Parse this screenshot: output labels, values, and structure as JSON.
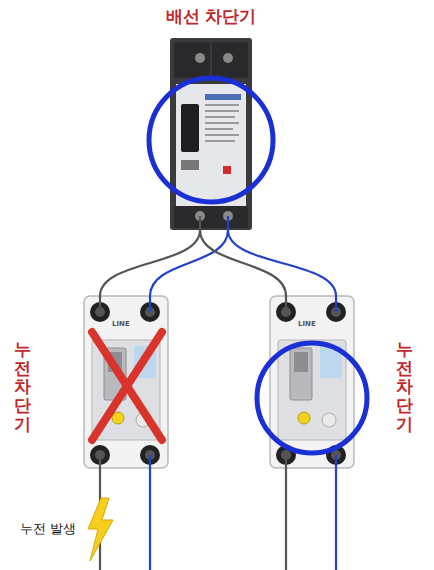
{
  "diagram": {
    "nodes": [
      {
        "text": [
          "배선 차단기"
        ]
      },
      {
        "text": [
          "누전차단기"
        ]
      },
      {
        "text": [
          "누전차단기"
        ]
      }
    ],
    "edges": [
      {
        "from": 0,
        "to": 1,
        "arrow": "none"
      },
      {
        "from": 0,
        "to": 2,
        "arrow": "none"
      }
    ],
    "labels": [
      "누전 발생",
      "LINE",
      "LINE"
    ]
  }
}
